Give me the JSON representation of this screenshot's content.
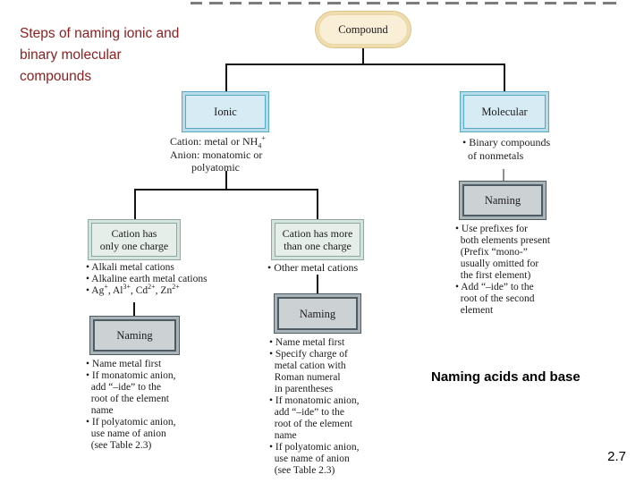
{
  "slide": {
    "title": "Steps of naming ionic and\nbinary molecular\ncompounds",
    "section_label": "Naming acids and base",
    "page_number": "2.7"
  },
  "flowchart": {
    "compound": {
      "label": "Compound"
    },
    "ionic": {
      "label": "Ionic",
      "note": "Cation: metal or NH<sub>4</sub><sup>+</sup>\nAnion: monatomic or\n        polyatomic"
    },
    "molecular": {
      "label": "Molecular",
      "note": "• Binary compounds\n  of nonmetals"
    },
    "one_charge": {
      "label": "Cation has\nonly one charge",
      "bullets": "• Alkali metal cations\n• Alkaline earth metal cations\n• Ag<sup>+</sup>, Al<sup>3+</sup>, Cd<sup>2+</sup>, Zn<sup>2+</sup>"
    },
    "multi_charge": {
      "label": "Cation has more\nthan one charge",
      "bullets": "• Other metal cations"
    },
    "naming_one_charge": {
      "label": "Naming",
      "bullets": "• Name metal first\n• If monatomic anion,\n  add “–ide” to the\n  root of the element\n  name\n• If polyatomic anion,\n  use name of anion\n  (see Table 2.3)"
    },
    "naming_multi_charge": {
      "label": "Naming",
      "bullets": "• Name metal first\n• Specify charge of\n  metal cation with\n  Roman numeral\n  in parentheses\n• If monatomic anion,\n  add “–ide” to the\n  root of the element\n  name\n• If polyatomic anion,\n  use name of anion\n  (see Table 2.3)"
    },
    "naming_molecular": {
      "label": "Naming",
      "bullets": "• Use prefixes for\n  both elements present\n  (Prefix “mono-”\n  usually omitted for\n  the first element)\n• Add “–ide” to the\n  root of the second\n  element"
    }
  },
  "colors": {
    "title": "#8c1e1e",
    "line": "#141414",
    "pill_border": "#dcc48c",
    "pill_band": "#f0ddae",
    "pill_fill": "#f9eed6",
    "blue_border": "#57a8c1",
    "blue_band": "#b9dcea",
    "blue_fill": "#d6ebf4",
    "green_border": "#8fa9a2",
    "green_band": "#d5e3dd",
    "green_fill": "#e5eee9",
    "gray_border": "#4f5b63",
    "gray_band": "#aab3b7",
    "gray_fill": "#ccd1d4"
  }
}
